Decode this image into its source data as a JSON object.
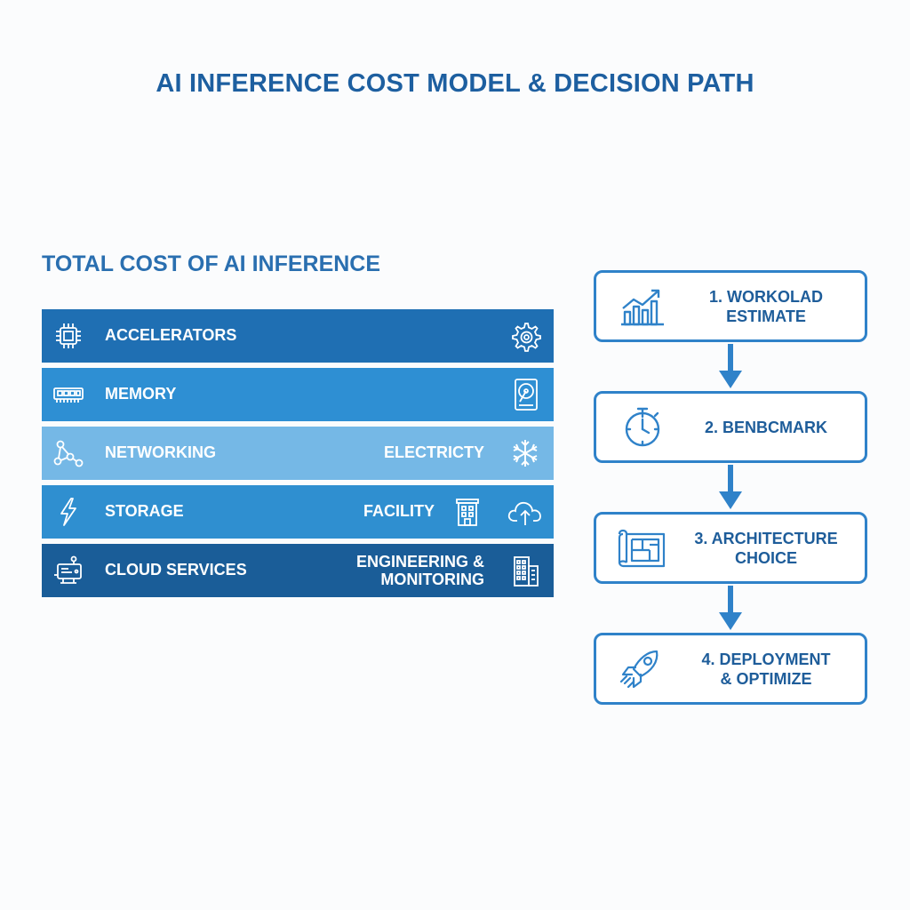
{
  "title": "AI INFERENCE COST MODEL & DECISION PATH",
  "cost_section": {
    "title": "TOTAL COST OF AI INFERENCE",
    "bars": [
      {
        "label": "ACCELERATORS",
        "right_label": "",
        "color": "#1f6fb3",
        "lead_icon": "chip-icon",
        "end_icon": "gear-icon"
      },
      {
        "label": "MEMORY",
        "right_label": "",
        "color": "#2e8fd3",
        "lead_icon": "memory-module-icon",
        "end_icon": "hard-drive-icon"
      },
      {
        "label": "NETWORKING",
        "right_label": "ELECTRICTY",
        "color": "#75b8e6",
        "lead_icon": "network-nodes-icon",
        "end_icon": "snowflake-icon"
      },
      {
        "label": "STORAGE",
        "right_label": "FACILITY",
        "color": "#2f8fd0",
        "lead_icon": "lightning-icon",
        "mid_icon": "building-icon",
        "end_icon": "cloud-upload-icon"
      },
      {
        "label": "CLOUD SERVICES",
        "right_label": "ENGINEERING &\nMONITORING",
        "color": "#1a5d98",
        "lead_icon": "cloud-server-icon",
        "end_icon": "office-building-icon"
      }
    ]
  },
  "decision_path": {
    "steps": [
      {
        "label": "1. WORKOLAD\nESTIMATE",
        "icon": "bar-chart-growth-icon"
      },
      {
        "label": "2. BENBCMARK",
        "icon": "stopwatch-icon"
      },
      {
        "label": "3. ARCHITECTURE\nCHOICE",
        "icon": "blueprint-icon"
      },
      {
        "label": "4. DEPLOYMENT\n& OPTIMIZE",
        "icon": "rocket-icon"
      }
    ],
    "arrow_color": "#2f82c9",
    "border_color": "#2f82c9"
  }
}
